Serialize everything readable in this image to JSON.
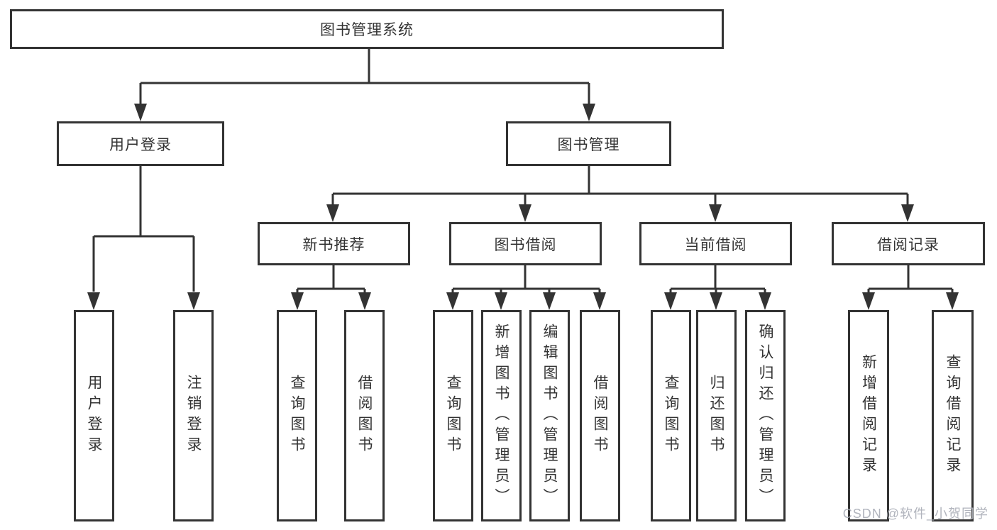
{
  "diagram": {
    "root": {
      "label": "图书管理系统"
    },
    "level2": [
      {
        "label": "用户登录"
      },
      {
        "label": "图书管理"
      }
    ],
    "level3": [
      {
        "label": "新书推荐"
      },
      {
        "label": "图书借阅"
      },
      {
        "label": "当前借阅"
      },
      {
        "label": "借阅记录"
      }
    ],
    "leaves": {
      "login": [
        {
          "label": "用户登录"
        },
        {
          "label": "注销登录"
        }
      ],
      "recommend": [
        {
          "label": "查询图书"
        },
        {
          "label": "借阅图书"
        }
      ],
      "borrow": [
        {
          "label": "查询图书"
        },
        {
          "label": "新增图书（管理员）"
        },
        {
          "label": "编辑图书（管理员）"
        },
        {
          "label": "借阅图书"
        }
      ],
      "current": [
        {
          "label": "查询图书"
        },
        {
          "label": "归还图书"
        },
        {
          "label": "确认归还（管理员）"
        }
      ],
      "records": [
        {
          "label": "新增借阅记录"
        },
        {
          "label": "查询借阅记录"
        }
      ]
    },
    "watermark": "CSDN @软件_小贺同学",
    "colors": {
      "line": "#333333",
      "background": "#ffffff",
      "watermark": "#adb1ba"
    }
  }
}
